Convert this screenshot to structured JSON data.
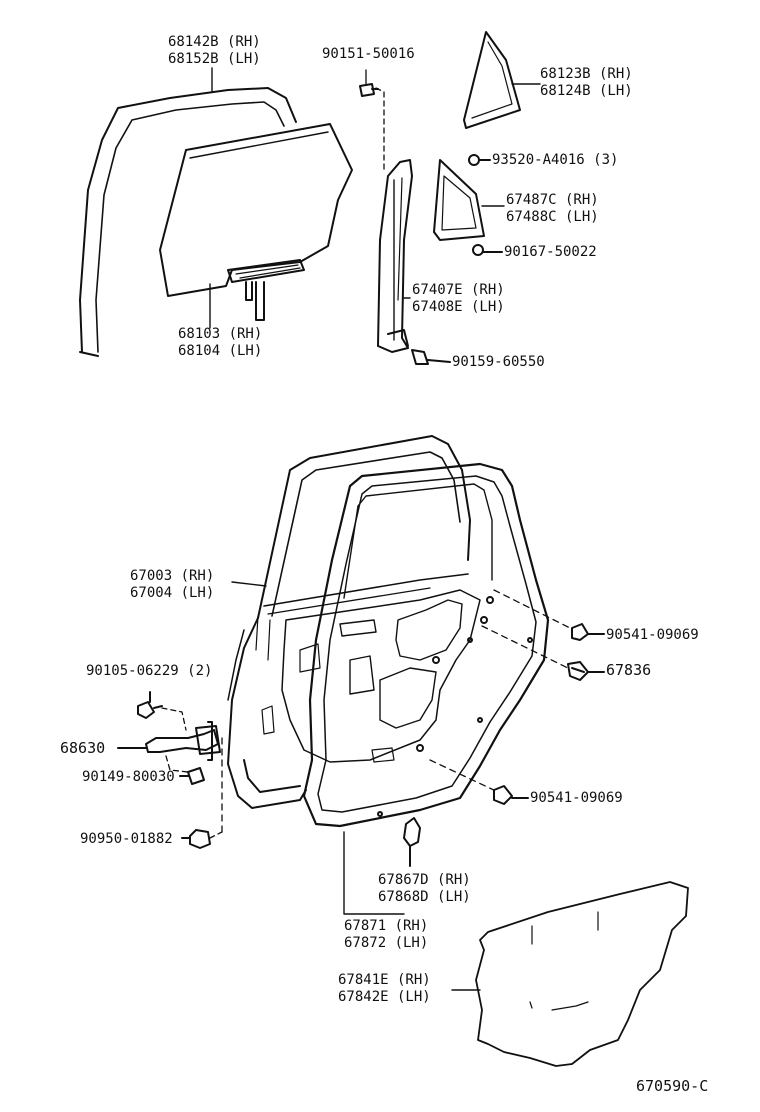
{
  "diagram": {
    "code": "670590-C",
    "labels": {
      "run_top": [
        "68142B (RH)",
        "68152B (LH)"
      ],
      "screw_top": [
        "90151-50016"
      ],
      "quarter_glass": [
        "68123B (RH)",
        "68124B (LH)"
      ],
      "screw_93520": [
        "93520-A4016 (3)"
      ],
      "frame_glass": [
        "67487C (RH)",
        "67488C (LH)"
      ],
      "screw_90167": [
        "90167-50022"
      ],
      "channel": [
        "67407E (RH)",
        "67408E (LH)"
      ],
      "door_glass": [
        "68103 (RH)",
        "68104 (LH)"
      ],
      "screw_90159": [
        "90159-60550"
      ],
      "door_panel": [
        "67003 (RH)",
        "67004 (LH)"
      ],
      "clip_90541_a": [
        "90541-09069"
      ],
      "bolt_90105": [
        "90105-06229 (2)"
      ],
      "clip_67836": [
        "67836"
      ],
      "check": [
        "68630"
      ],
      "bolt_90149": [
        "90149-80030"
      ],
      "clip_90541_b": [
        "90541-09069"
      ],
      "plug_90950": [
        "90950-01882"
      ],
      "clip_67867": [
        "67867D (RH)",
        "67868D (LH)"
      ],
      "weatherstrip": [
        "67871 (RH)",
        "67872 (LH)"
      ],
      "hole_cover": [
        "67841E (RH)",
        "67842E (LH)"
      ]
    }
  }
}
